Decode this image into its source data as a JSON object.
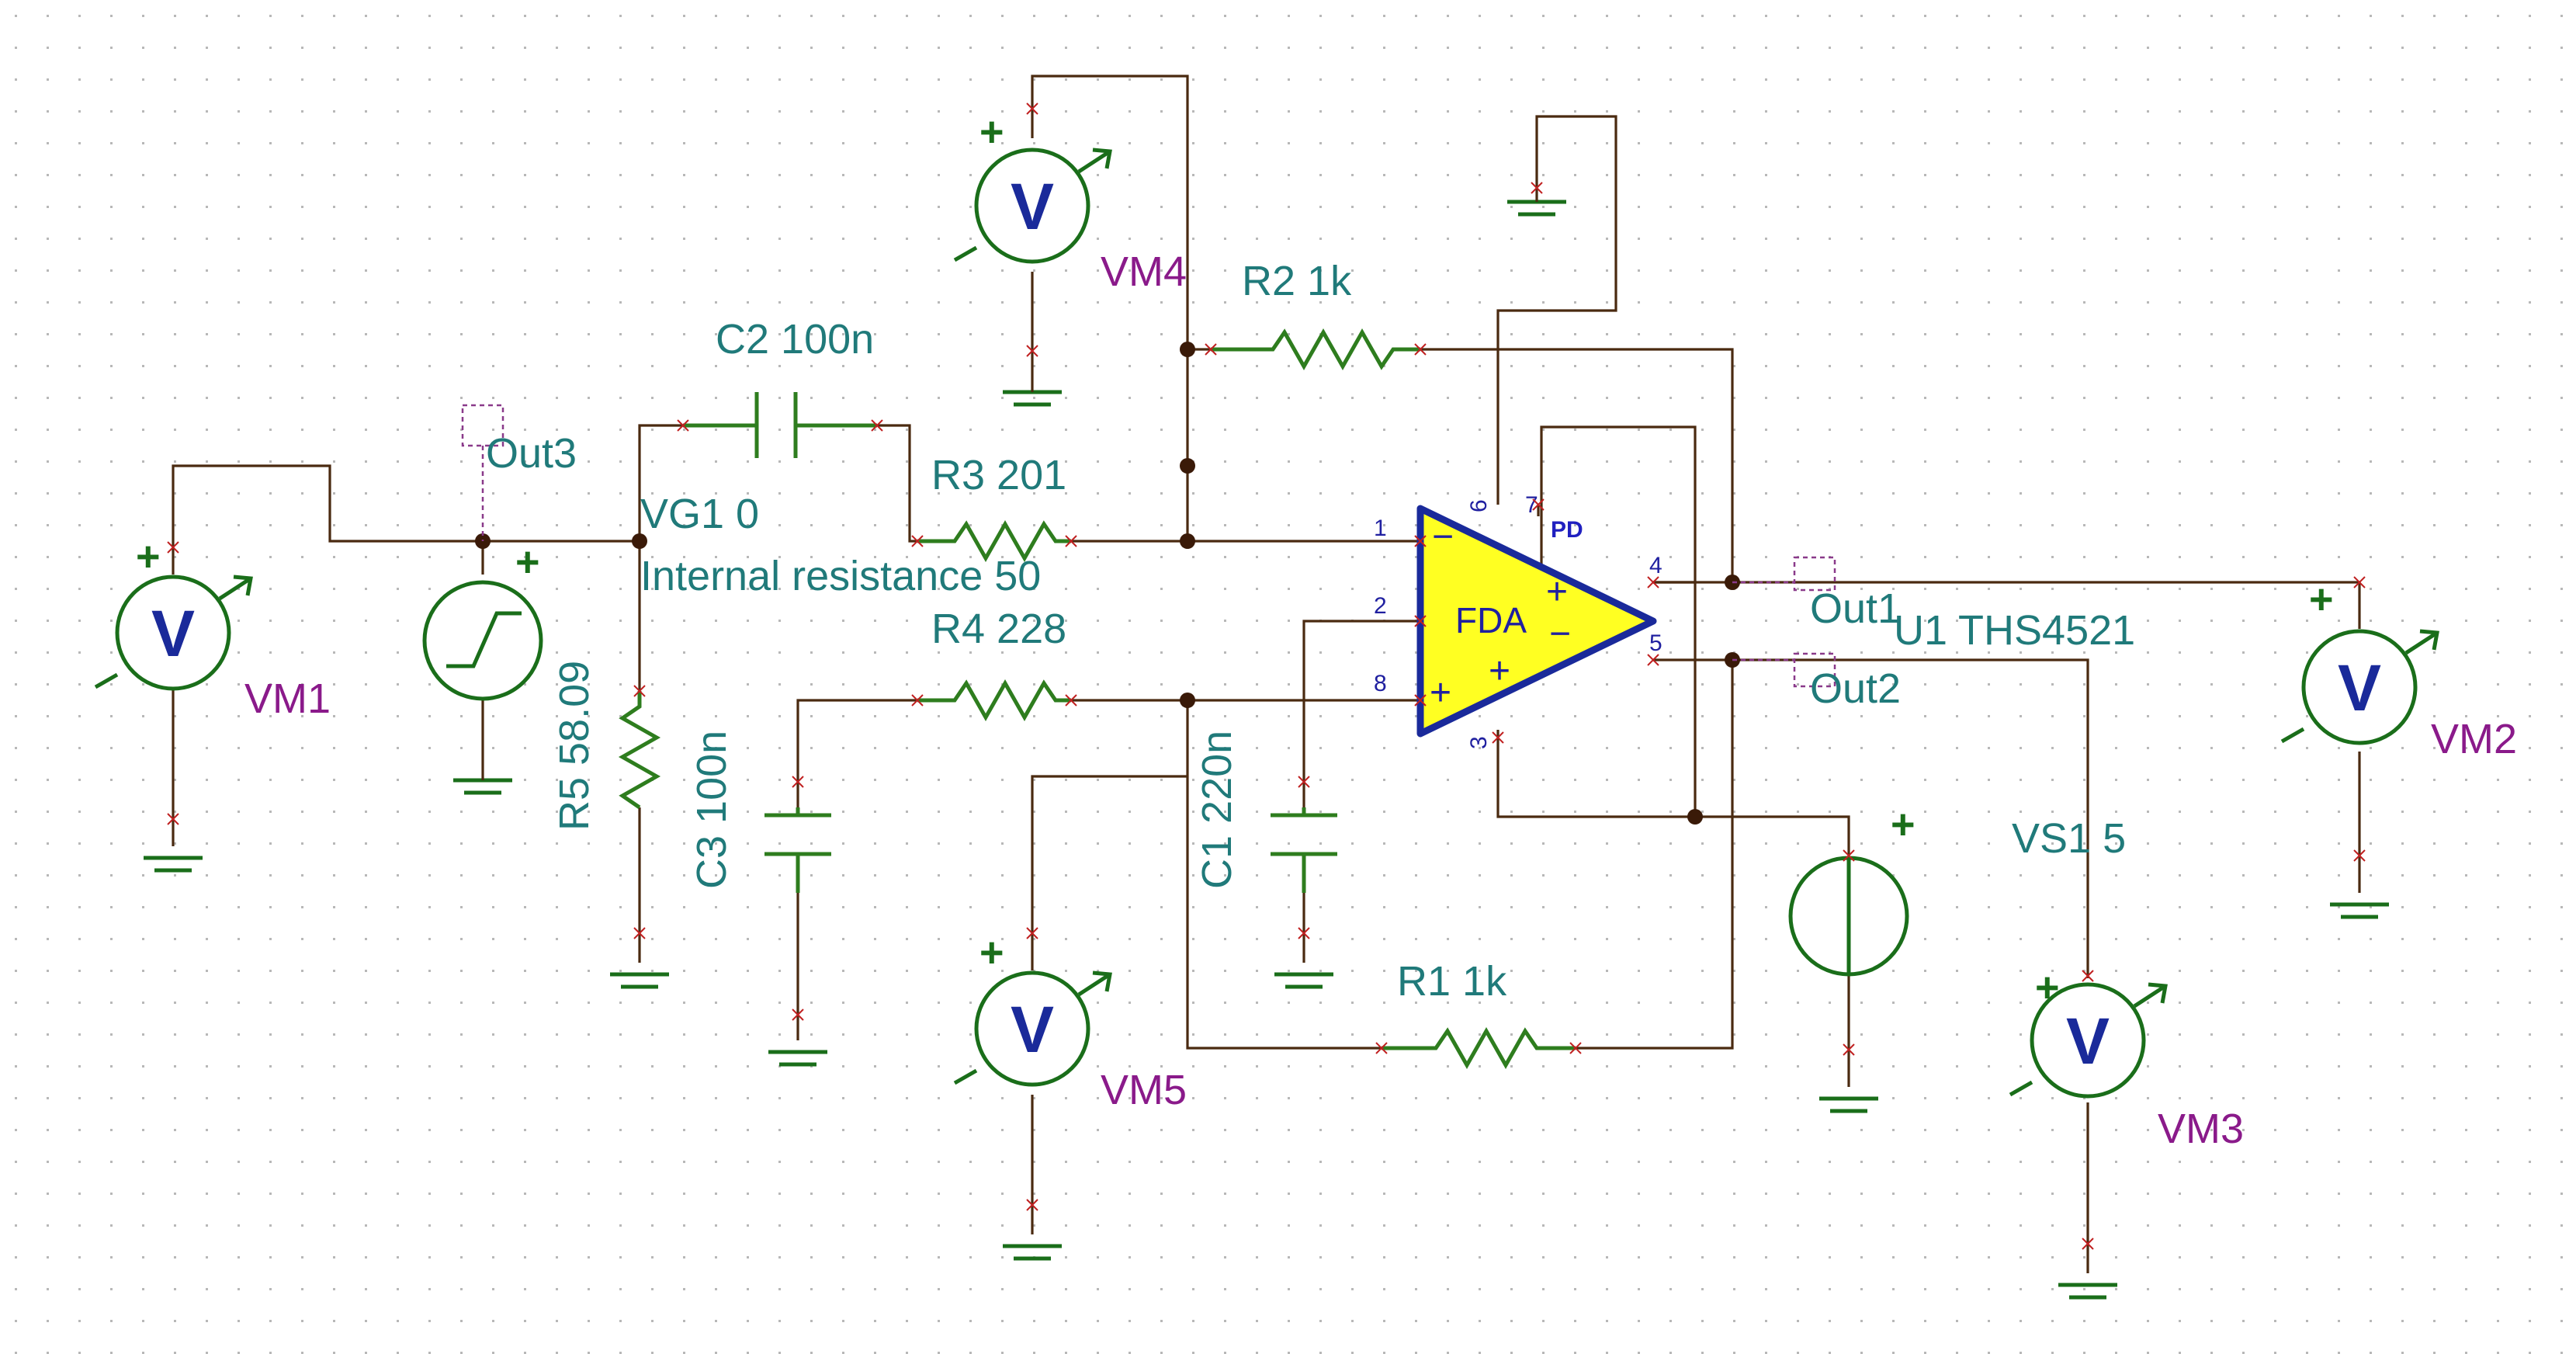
{
  "components": {
    "c2": "C2 100n",
    "r3": "R3 201",
    "r2": "R2 1k",
    "r4": "R4 228",
    "r1": "R1 1k",
    "r5": "R5 58.09",
    "c3": "C3 100n",
    "c1": "C1 220n",
    "vg1": "VG1 0",
    "vg1_note": "Internal resistance 50",
    "u1": "U1 THS4521",
    "vs1": "VS1 5"
  },
  "meters": {
    "vm1": "VM1",
    "vm2": "VM2",
    "vm3": "VM3",
    "vm4": "VM4",
    "vm5": "VM5",
    "letter": "V"
  },
  "probes": {
    "out1": "Out1",
    "out2": "Out2",
    "out3": "Out3"
  },
  "opamp": {
    "label": "FDA",
    "pd": "PD",
    "pin1": "1",
    "pin2": "2",
    "pin3": "3",
    "pin4": "4",
    "pin5": "5",
    "pin6": "6",
    "pin7": "7",
    "pin8": "8",
    "minus": "−",
    "plus": "+"
  },
  "symbols": {
    "plus": "+"
  },
  "colors": {
    "wire": "#4a2a10",
    "component": "#2e7d1e",
    "label": "#207a7a",
    "meter_label": "#8a1a8a",
    "opamp_fill": "#ffff22",
    "opamp_stroke": "#1a2a9a"
  }
}
